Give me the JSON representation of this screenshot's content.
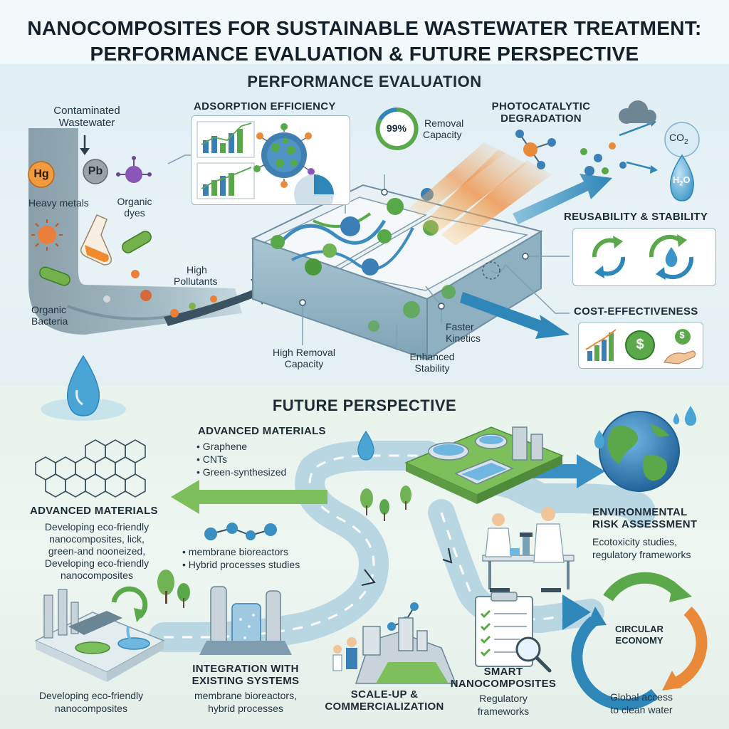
{
  "title_line1": "NANOCOMPOSITES FOR SUSTAINABLE WASTEWATER TREATMENT:",
  "title_line2": "PERFORMANCE EVALUATION & FUTURE PERSPECTIVE",
  "performance": {
    "heading": "PERFORMANCE EVALUATION",
    "contaminated_line1": "Contaminated",
    "contaminated_line2": "Wastewater",
    "hg": "Hg",
    "pb": "Pb",
    "heavy_metals": "Heavy metals",
    "organic_dyes_line1": "Organic",
    "organic_dyes_line2": "dyes",
    "organic_bacteria_line1": "Organic",
    "organic_bacteria_line2": "Bacteria",
    "high_pollutants_line1": "High",
    "high_pollutants_line2": "Pollutants",
    "adsorption": "ADSORPTION EFFICIENCY",
    "percent": "99%",
    "removal_capacity_line1": "Removal",
    "removal_capacity_line2": "Capacity",
    "photocatalytic_line1": "PHOTOCATALYTIC",
    "photocatalytic_line2": "DEGRADATION",
    "co2": "CO",
    "co2_sub": "2",
    "h2o_h": "H",
    "h2o_sub": "2",
    "h2o_o": "O",
    "reusability": "REUSABILITY & STABILITY",
    "cost": "COST-EFFECTIVENESS",
    "dollar": "$",
    "faster_line1": "Faster",
    "faster_line2": "Kinetics",
    "high_removal_line1": "High Removal",
    "high_removal_line2": "Capacity",
    "enhanced_line1": "Enhanced",
    "enhanced_line2": "Stability"
  },
  "future": {
    "heading": "FUTURE PERSPECTIVE",
    "adv_top_title": "ADVANCED MATERIALS",
    "adv_top_items": [
      "• Graphene",
      "• CNTs",
      "• Green-synthesized"
    ],
    "adv_left_title": "ADVANCED MATERIALS",
    "adv_left_lines": [
      "Developing eco-friendly",
      "nanocomposites, lick,",
      "green-and nooneized,",
      "Developing eco-friendly",
      "nanocomposites"
    ],
    "membrane_items": [
      "• membrane bioreactors",
      "• Hybrid processes studies"
    ],
    "env_title_line1": "ENVIRONMENTAL",
    "env_title_line2": "RISK ASSESSMENT",
    "env_desc_line1": "Ecotoxicity studies,",
    "env_desc_line2": "regulatory frameworks",
    "integration_title_line1": "INTEGRATION WITH",
    "integration_title_line2": "EXISTING SYSTEMS",
    "integration_desc_line1": "membrane bioreactors,",
    "integration_desc_line2": "hybrid processes",
    "developing_line1": "Developing eco-friendly",
    "developing_line2": "nanocomposites",
    "scaleup_line1": "SCALE-UP &",
    "scaleup_line2": "COMMERCIALIZATION",
    "smart_line1": "SMART",
    "smart_line2": "NANOCOMPOSITES",
    "smart_desc_line1": "Regulatory",
    "smart_desc_line2": "frameworks",
    "circular_line1": "CIRCULAR",
    "circular_line2": "ECONOMY",
    "global_line1": "Global access",
    "global_line2": "to clean water"
  },
  "colors": {
    "accent_blue": "#2f86b8",
    "accent_green": "#5aa84a",
    "accent_orange": "#e98a3a",
    "text_dark": "#1d2b35"
  }
}
